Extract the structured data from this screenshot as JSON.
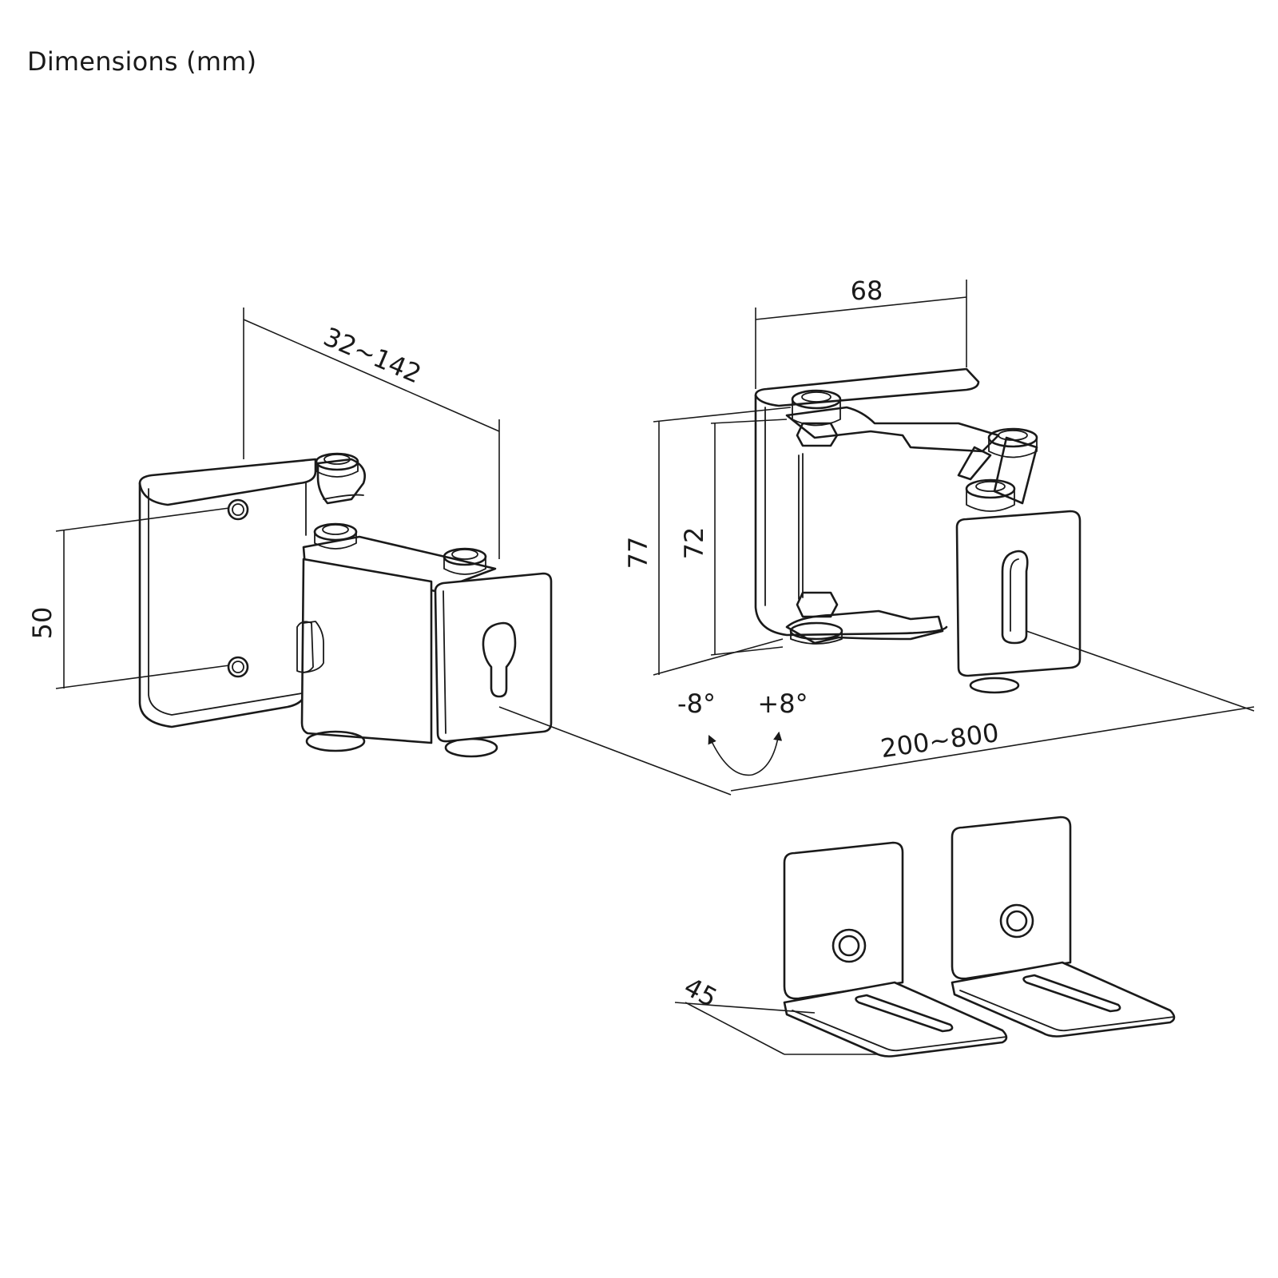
{
  "title": "Dimensions (mm)",
  "dimensions": {
    "arm_depth": "32~142",
    "hole_spacing": "50",
    "bracket_width": "68",
    "bracket_height_outer": "77",
    "bracket_height_inner": "72",
    "tilt_minus": "-8°",
    "tilt_plus": "+8°",
    "speaker_spacing": "200~800",
    "foot_depth": "45"
  },
  "colors": {
    "line": "#1a1a1a",
    "background": "#ffffff"
  }
}
